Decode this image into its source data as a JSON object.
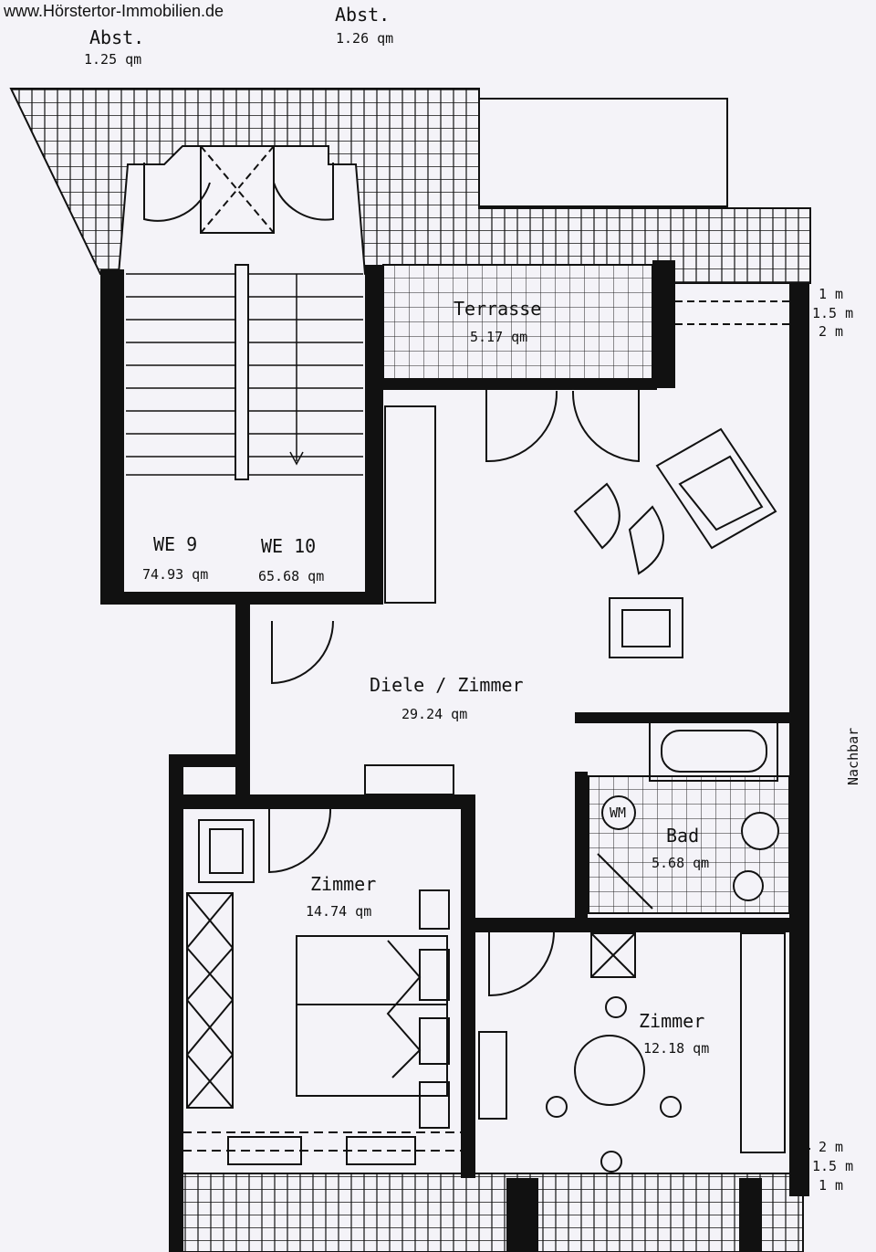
{
  "watermark": "www.Hörstertor-Immobilien.de",
  "rooms": [
    {
      "name": "Abst.",
      "area": "1.25 qm"
    },
    {
      "name": "Abst.",
      "area": "1.26 qm"
    },
    {
      "name": "Terrasse",
      "area": "5.17 qm"
    },
    {
      "name": "WE 9",
      "area": "74.93 qm"
    },
    {
      "name": "WE 10",
      "area": "65.68 qm"
    },
    {
      "name": "Diele / Zimmer",
      "area": "29.24 qm"
    },
    {
      "name": "Bad",
      "area": "5.68 qm"
    },
    {
      "name": "Zimmer",
      "area": "14.74 qm"
    },
    {
      "name": "Zimmer",
      "area": "12.18 qm"
    }
  ],
  "heights_top": [
    "1 m",
    "1.5 m",
    "2 m"
  ],
  "heights_bottom": [
    "2 m",
    "1.5 m",
    "1 m"
  ],
  "neighbor": "Nachbar",
  "wm_label": "WM",
  "colors": {
    "wall": "#111111",
    "paper": "#f4f3f8"
  }
}
